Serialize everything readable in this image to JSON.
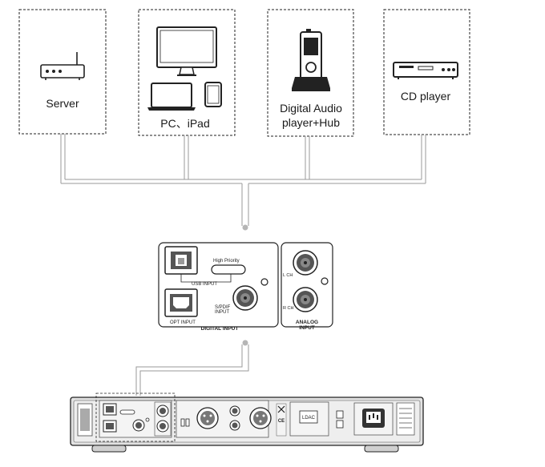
{
  "sources": [
    {
      "label": "Server",
      "icon": "router-icon"
    },
    {
      "label": "PC、iPad",
      "icon": "computer-laptop-tablet-icon"
    },
    {
      "label_line1": "Digital Audio",
      "label_line2": "player+Hub",
      "icon": "digital-audio-player-icon"
    },
    {
      "label": "CD player",
      "icon": "cd-player-icon"
    }
  ],
  "panel": {
    "usb_priority": "High Priority",
    "usb_input": "USB  INPUT",
    "opt_input": "OPT  INPUT",
    "spdif_line1": "S/PDIF",
    "spdif_line2": "INPUT",
    "digital_input": "DIGITAL INPUT",
    "l_ch": "L CH",
    "r_ch": "R CH",
    "analog_line1": "ANALOG",
    "analog_line2": "INPUT"
  },
  "device": {
    "ldac_label": "LDAC"
  }
}
